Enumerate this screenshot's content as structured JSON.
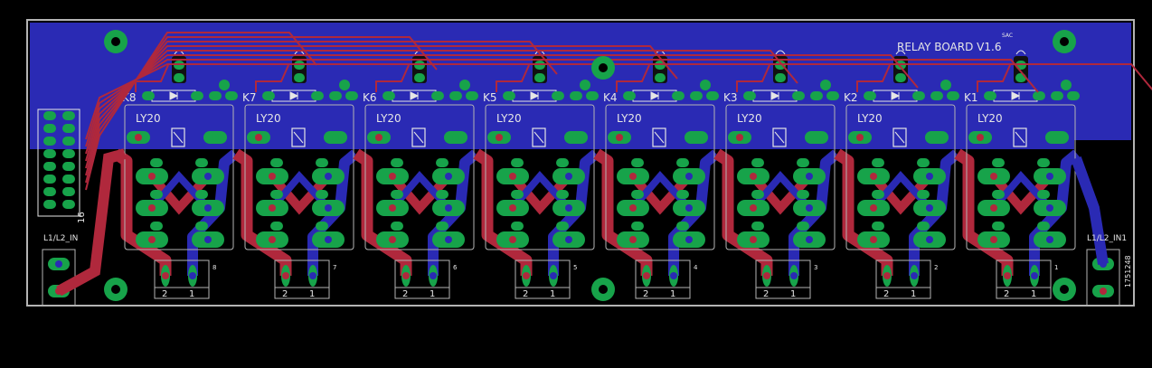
{
  "board": {
    "title": "RELAY BOARD V1.6",
    "corner_tag": "SAC",
    "header_pin_label": "16",
    "left_connector_label": "L1/L2_IN",
    "right_connector_label": "L1/L2_IN1",
    "right_connector_part": "1751248",
    "terminal_pin_1": "1",
    "terminal_pin_2": "2"
  },
  "relays": [
    {
      "name": "K8",
      "part": "LY20",
      "output": "8"
    },
    {
      "name": "K7",
      "part": "LY20",
      "output": "7"
    },
    {
      "name": "K6",
      "part": "LY20",
      "output": "6"
    },
    {
      "name": "K5",
      "part": "LY20",
      "output": "5"
    },
    {
      "name": "K4",
      "part": "LY20",
      "output": "4"
    },
    {
      "name": "K3",
      "part": "LY20",
      "output": "3"
    },
    {
      "name": "K2",
      "part": "LY20",
      "output": "2"
    },
    {
      "name": "K1",
      "part": "LY20",
      "output": "1"
    }
  ],
  "colors": {
    "background": "#000000",
    "bottom_copper": "#2a2ab4",
    "top_copper": "#b0283c",
    "pad": "#17a34a",
    "silkscreen": "#e6e6e6",
    "outline": "#b4b4b4"
  },
  "icons": [
    "mounting-hole-icon",
    "led-icon",
    "diode-icon",
    "relay-coil-icon"
  ]
}
